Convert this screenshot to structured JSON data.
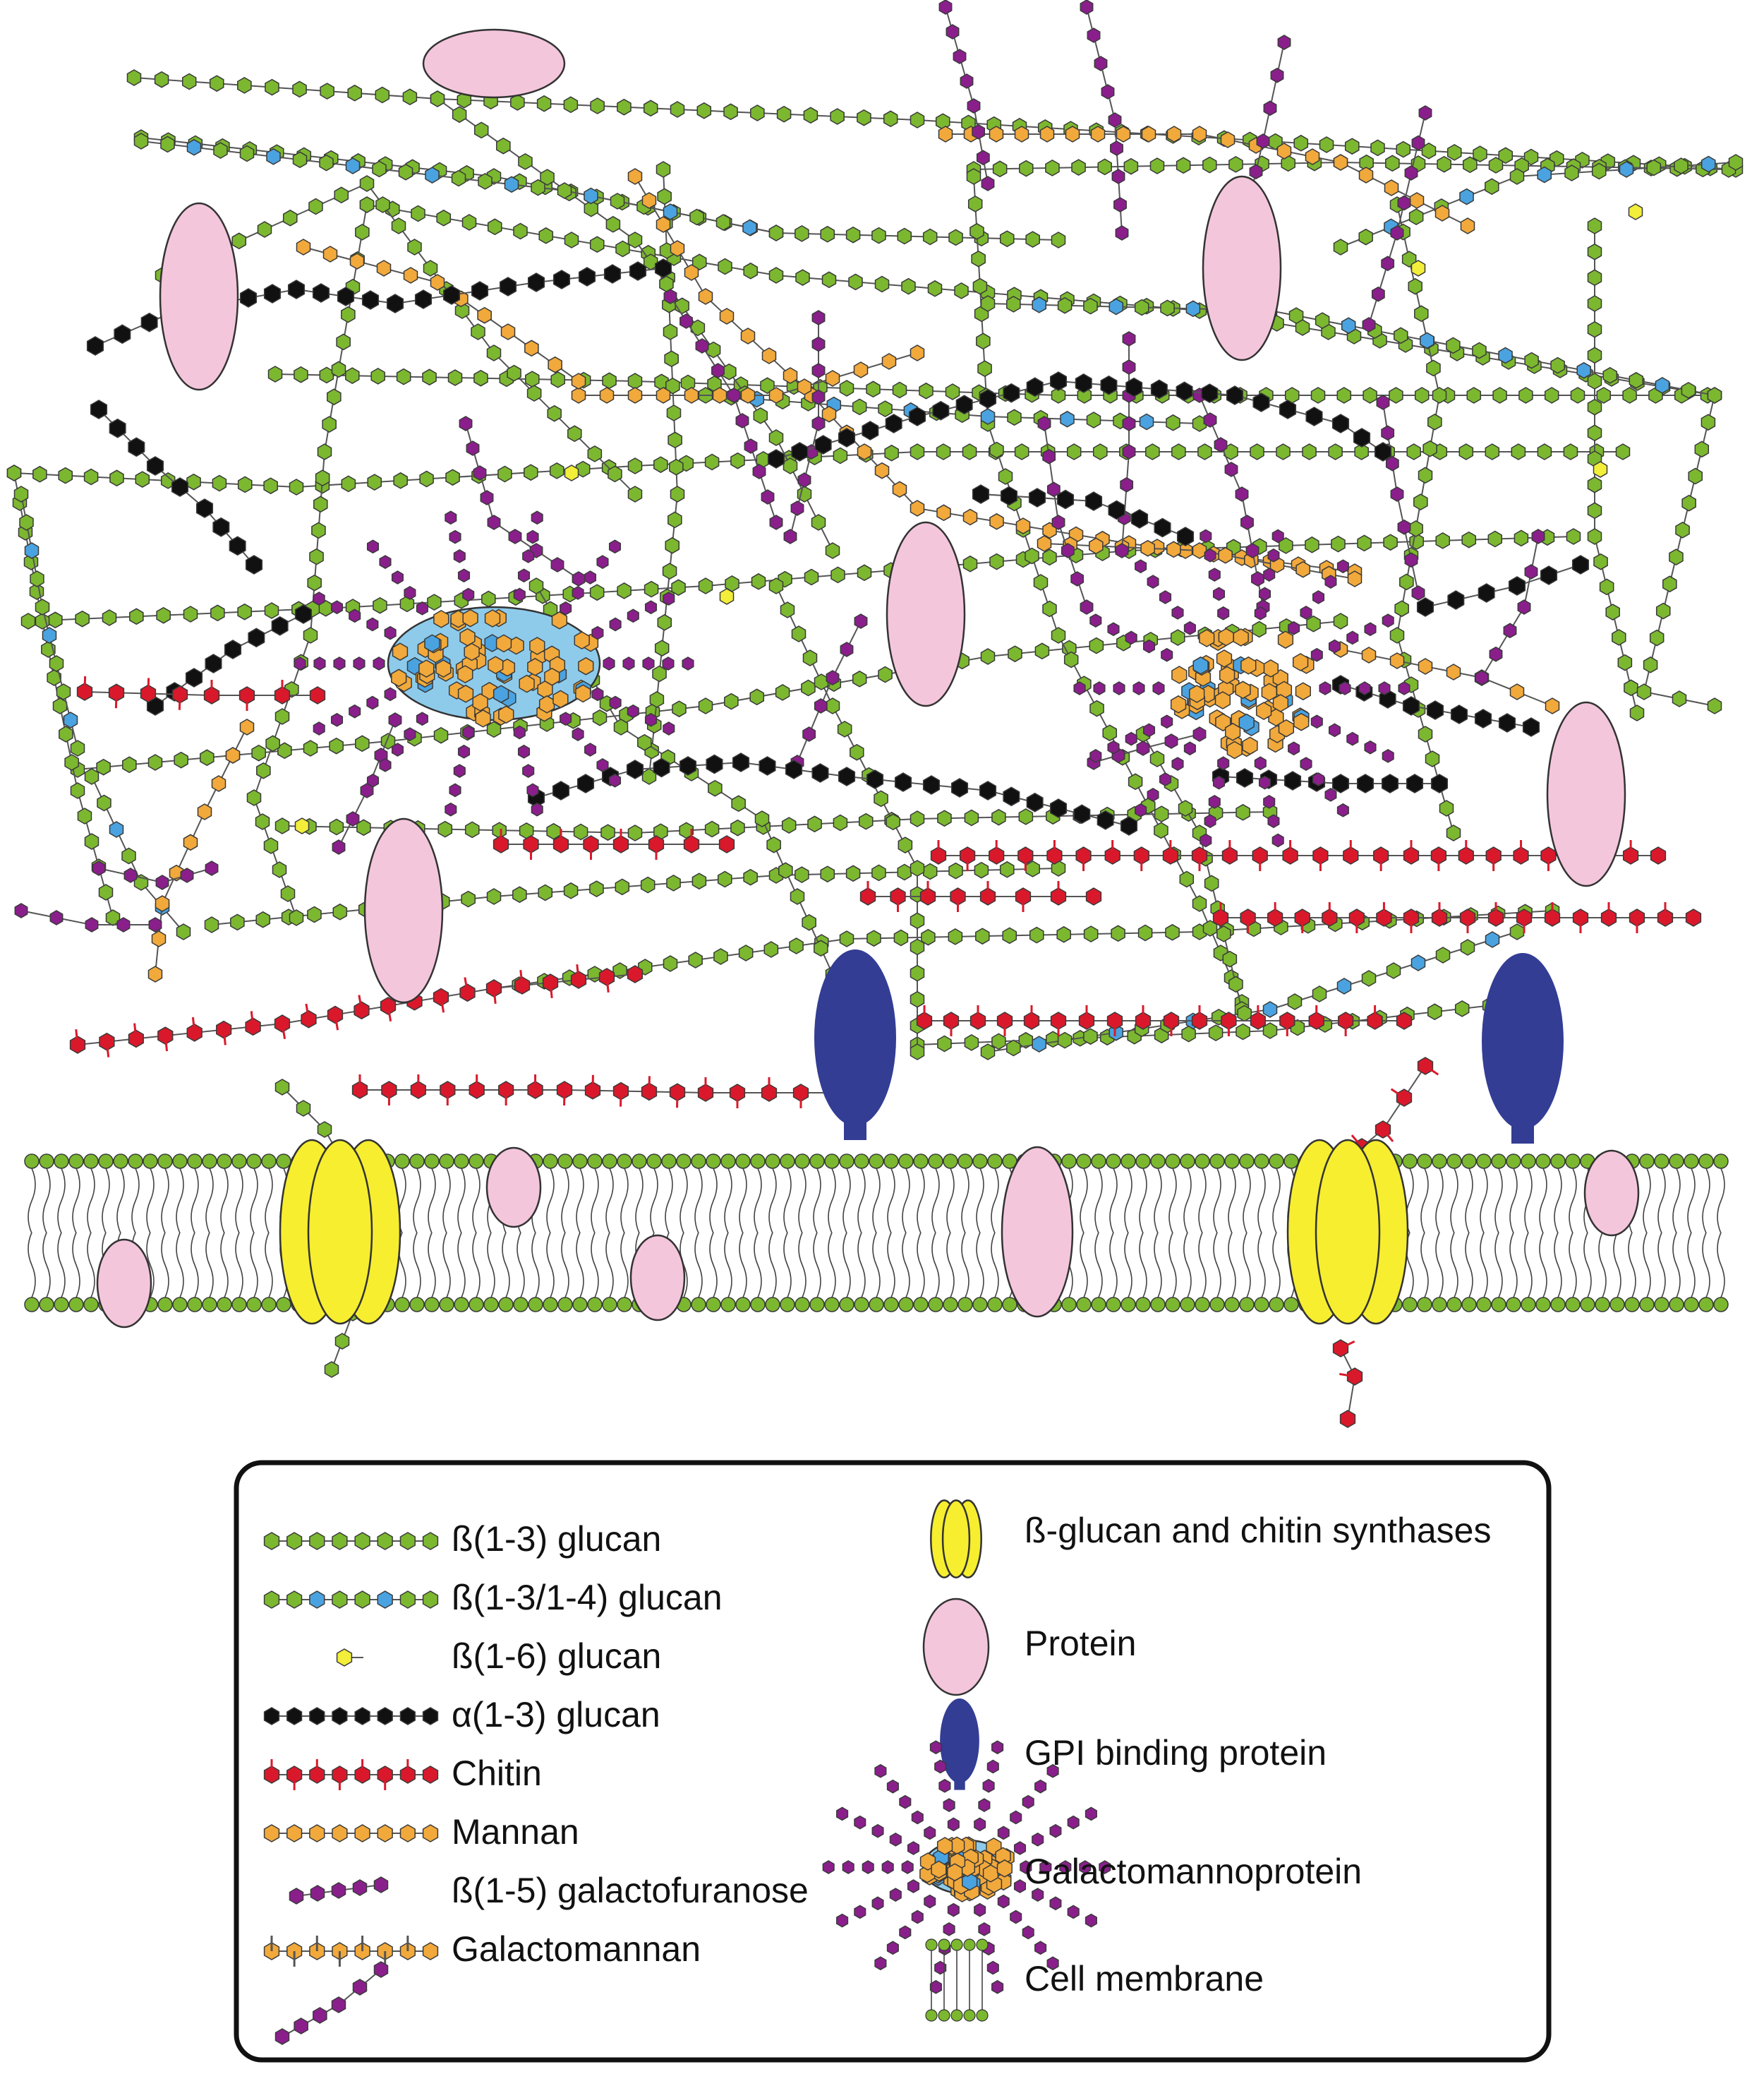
{
  "colors": {
    "beta13_glucan": "#7cb82f",
    "beta1314_glucan": "#4aa3e0",
    "beta16_glucan": "#f2ee3a",
    "alpha13_glucan": "#111111",
    "chitin": "#d9192b",
    "mannan": "#f2a93b",
    "galactofuranose": "#8a1f8c",
    "protein": "#f4c6dc",
    "gpi_protein": "#333d94",
    "synthase": "#f6ee2f",
    "gmp_core": "#8ecbeb",
    "membrane_head": "#7cb82f"
  },
  "icons": {
    "synthase": "synthase-icon",
    "protein": "protein-icon",
    "gpi": "gpi-protein-icon",
    "gmp": "galactomannoprotein-icon",
    "membrane": "cell-membrane-icon"
  },
  "legend": {
    "left": [
      {
        "key": "beta13",
        "label": "ß(1-3) glucan"
      },
      {
        "key": "beta1314",
        "label": "ß(1-3/1-4) glucan"
      },
      {
        "key": "beta16",
        "label": "ß(1-6) glucan"
      },
      {
        "key": "alpha13",
        "label": "α(1-3) glucan"
      },
      {
        "key": "chitin",
        "label": "Chitin"
      },
      {
        "key": "mannan",
        "label": "Mannan"
      },
      {
        "key": "galf",
        "label": "ß(1-5) galactofuranose"
      },
      {
        "key": "galactomannan",
        "label": "Galactomannan"
      }
    ],
    "right": [
      {
        "key": "synthase",
        "label": "ß-glucan and chitin synthases"
      },
      {
        "key": "protein",
        "label": "Protein"
      },
      {
        "key": "gpi",
        "label": "GPI binding protein"
      },
      {
        "key": "gmp",
        "label": "Galactomannoprotein"
      },
      {
        "key": "membrane",
        "label": "Cell membrane"
      }
    ]
  }
}
